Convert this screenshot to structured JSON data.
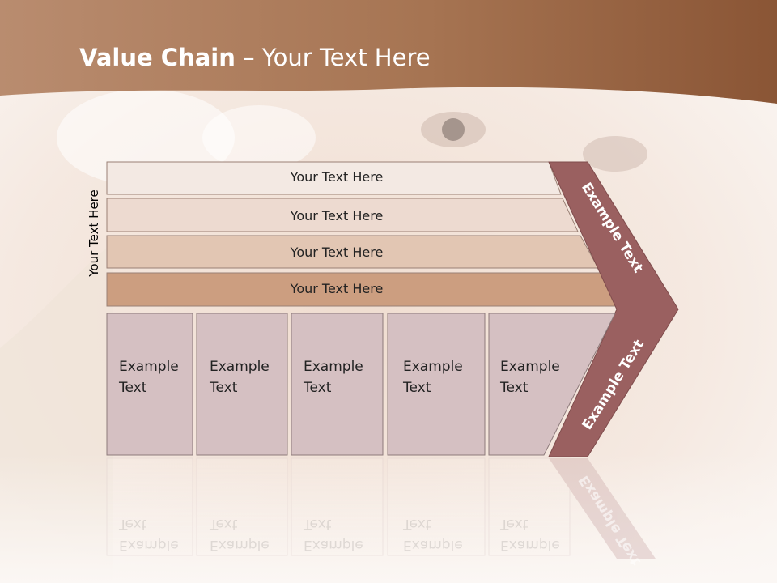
{
  "title": {
    "bold": "Value Chain",
    "rest": " – Your Text Here"
  },
  "side_label": "Your Text Here",
  "rows": [
    {
      "label": "Your Text Here",
      "color": "#f3e9e3"
    },
    {
      "label": "Your Text Here",
      "color": "#eddad0"
    },
    {
      "label": "Your Text Here",
      "color": "#e2c6b3"
    },
    {
      "label": "Your Text Here",
      "color": "#cc9e80"
    }
  ],
  "boxes": [
    {
      "line1": "Example",
      "line2": "Text"
    },
    {
      "line1": "Example",
      "line2": "Text"
    },
    {
      "line1": "Example",
      "line2": "Text"
    },
    {
      "line1": "Example",
      "line2": "Text"
    },
    {
      "line1": "Example",
      "line2": "Text"
    }
  ],
  "chevron": {
    "top_label": "Example Text",
    "bottom_label": "Example Text",
    "color": "#9a6060"
  },
  "colors": {
    "header": "#9a6644",
    "box_fill": "#d5c0c2",
    "box_stroke": "#8d7a7b"
  }
}
